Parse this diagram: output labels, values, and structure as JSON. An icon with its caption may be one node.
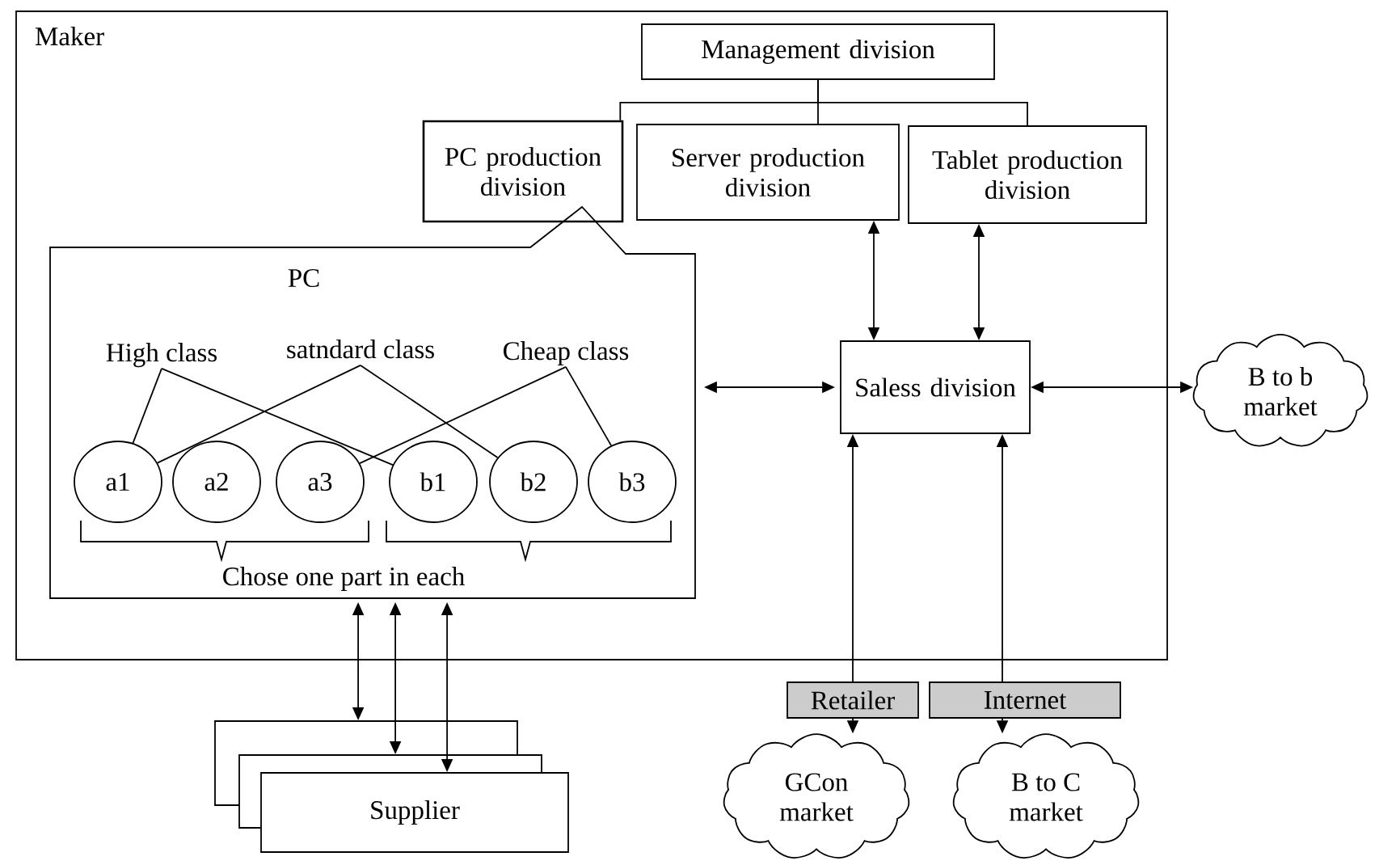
{
  "diagram": {
    "nodes": [
      {
        "text": [
          "Maker"
        ]
      },
      {
        "text": [
          "Management division"
        ],
        "in": 0
      },
      {
        "text": [
          "PC production division"
        ],
        "in": 0
      },
      {
        "text": [
          "Server production division"
        ],
        "in": 0
      },
      {
        "text": [
          "Tablet production division"
        ],
        "in": 0
      },
      {
        "text": [
          "PC",
          "Chose one part in each"
        ],
        "in": 0
      },
      {
        "text": [
          "High class"
        ],
        "in": 5
      },
      {
        "text": [
          "satndard class"
        ],
        "in": 5
      },
      {
        "text": [
          "Cheap class"
        ],
        "in": 5
      },
      {
        "text": [
          "a1"
        ],
        "in": 5
      },
      {
        "text": [
          "a2"
        ],
        "in": 5
      },
      {
        "text": [
          "a3"
        ],
        "in": 5
      },
      {
        "text": [
          "b1"
        ],
        "in": 5
      },
      {
        "text": [
          "b2"
        ],
        "in": 5
      },
      {
        "text": [
          "b3"
        ],
        "in": 5
      },
      {
        "text": [
          "Saless division"
        ],
        "in": 0
      },
      {
        "text": [
          "B to b market"
        ]
      },
      {
        "text": [
          "Supplier"
        ]
      },
      {
        "text": [
          "Retailer"
        ]
      },
      {
        "text": [
          "Internet"
        ]
      },
      {
        "text": [
          "GCon market"
        ]
      },
      {
        "text": [
          "B to C market"
        ]
      }
    ],
    "edges": [
      {
        "from": 1,
        "to": 2,
        "arrow": "none"
      },
      {
        "from": 1,
        "to": 3,
        "arrow": "none"
      },
      {
        "from": 1,
        "to": 4,
        "arrow": "none"
      },
      {
        "from": 6,
        "to": 9,
        "arrow": "none"
      },
      {
        "from": 6,
        "to": 12,
        "arrow": "none"
      },
      {
        "from": 7,
        "to": 9,
        "arrow": "none"
      },
      {
        "from": 7,
        "to": 13,
        "arrow": "none"
      },
      {
        "from": 8,
        "to": 11,
        "arrow": "none"
      },
      {
        "from": 8,
        "to": 14,
        "arrow": "none"
      },
      {
        "from": 5,
        "to": 15,
        "arrow": "both"
      },
      {
        "from": 3,
        "to": 15,
        "arrow": "both"
      },
      {
        "from": 4,
        "to": 15,
        "arrow": "both"
      },
      {
        "from": 15,
        "to": 16,
        "arrow": "both"
      },
      {
        "from": 5,
        "to": 17,
        "arrow": "both"
      },
      {
        "from": 5,
        "to": 17,
        "arrow": "both"
      },
      {
        "from": 5,
        "to": 17,
        "arrow": "both"
      },
      {
        "from": 18,
        "to": 15,
        "arrow": "to"
      },
      {
        "from": 18,
        "to": 20,
        "arrow": "to"
      },
      {
        "from": 19,
        "to": 15,
        "arrow": "to"
      },
      {
        "from": 19,
        "to": 21,
        "arrow": "to"
      }
    ]
  }
}
